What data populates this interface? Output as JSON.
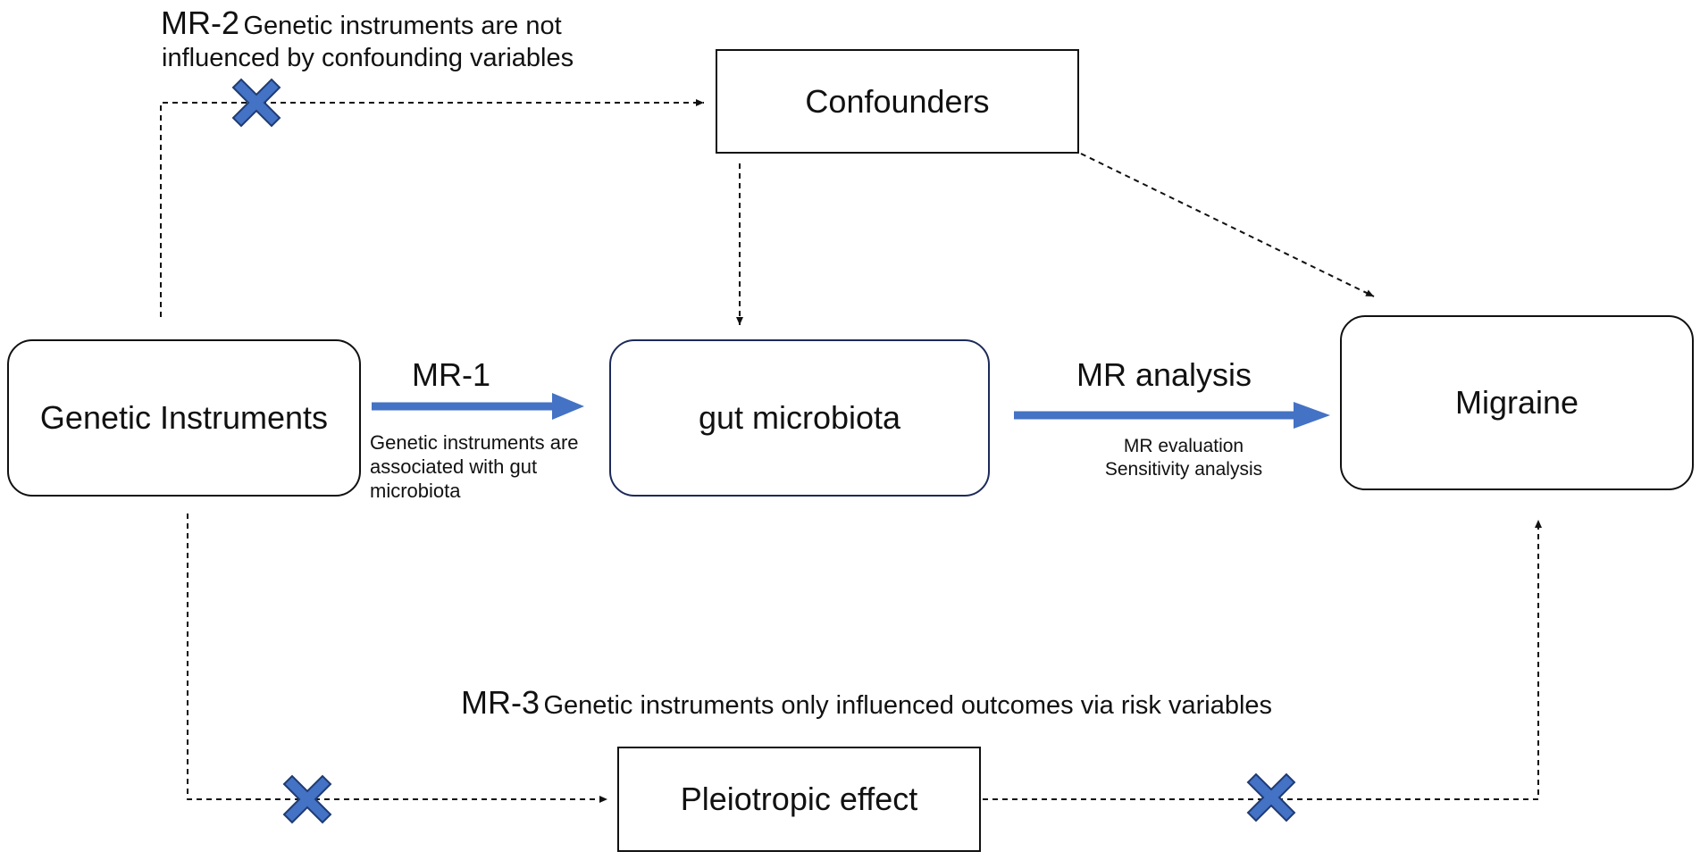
{
  "nodes": {
    "genetic_instruments": "Genetic Instruments",
    "gut_microbiota": "gut microbiota",
    "migraine": "Migraine",
    "confounders": "Confounders",
    "pleiotropic_effect": "Pleiotropic effect"
  },
  "assumptions": {
    "mr1": {
      "code": "MR-1",
      "text_lines": [
        "Genetic instruments are",
        "associated with gut",
        "microbiota"
      ]
    },
    "mr2": {
      "code": "MR-2",
      "line1": "Genetic instruments are not",
      "line2": "influenced by confounding variables"
    },
    "mr3": {
      "code": "MR-3",
      "text": "Genetic instruments only influenced outcomes via risk variables"
    }
  },
  "mr_analysis": {
    "title": "MR analysis",
    "lines": [
      "MR evaluation",
      "Sensitivity analysis"
    ]
  },
  "colors": {
    "arrow_blue": "#4472c4",
    "cross_fill": "#4472c4",
    "cross_stroke": "#1f3b73",
    "line": "#111111"
  },
  "icons": {
    "blocked_marker": "x-cross-icon"
  }
}
